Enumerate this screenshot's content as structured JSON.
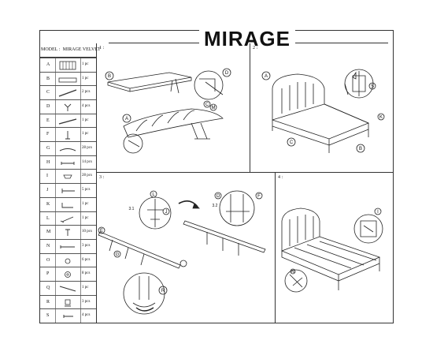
{
  "header": {
    "title": "MIRAGE"
  },
  "model": {
    "label": "MODEL :",
    "value": "MIRAGE VELVET"
  },
  "parts": [
    {
      "letter": "A",
      "qty": "1 pc",
      "icon": "headboard-icon"
    },
    {
      "letter": "B",
      "qty": "1 pc",
      "icon": "footboard-icon"
    },
    {
      "letter": "C",
      "qty": "2 pcs",
      "icon": "side-rail-icon"
    },
    {
      "letter": "D",
      "qty": "4 pcs",
      "icon": "leg-icon"
    },
    {
      "letter": "E",
      "qty": "1 pc",
      "icon": "center-beam-icon"
    },
    {
      "letter": "F",
      "qty": "1 pc",
      "icon": "support-bar-icon"
    },
    {
      "letter": "G",
      "qty": "28 pcs",
      "icon": "slat-icon"
    },
    {
      "letter": "H",
      "qty": "14 pcs",
      "icon": "slat-holder-icon"
    },
    {
      "letter": "I",
      "qty": "28 pcs",
      "icon": "cap-icon"
    },
    {
      "letter": "J",
      "qty": "5 pcs",
      "icon": "bolt-icon"
    },
    {
      "letter": "K",
      "qty": "1 pc",
      "icon": "allen-key-icon"
    },
    {
      "letter": "L",
      "qty": "1 pc",
      "icon": "wrench-icon"
    },
    {
      "letter": "M",
      "qty": "10 pcs",
      "icon": "screw-icon"
    },
    {
      "letter": "N",
      "qty": "3 pcs",
      "icon": "long-screw-icon"
    },
    {
      "letter": "O",
      "qty": "6 pcs",
      "icon": "nut-icon"
    },
    {
      "letter": "P",
      "qty": "8 pcs",
      "icon": "washer-icon"
    },
    {
      "letter": "Q",
      "qty": "1 pc",
      "icon": "rod-icon"
    },
    {
      "letter": "R",
      "qty": "3 pcs",
      "icon": "foot-icon"
    },
    {
      "letter": "S",
      "qty": "4 pcs",
      "icon": "small-screw-icon"
    }
  ],
  "steps": [
    {
      "number": "1 :"
    },
    {
      "number": "2 :"
    },
    {
      "number": "3 :"
    },
    {
      "number": "4 :"
    }
  ],
  "callouts": {
    "step1": [
      "B",
      "A",
      "D",
      "C",
      "M"
    ],
    "step2": [
      "A",
      "B",
      "C",
      "S",
      "K"
    ],
    "step3": [
      "L",
      "J",
      "O",
      "F",
      "E",
      "G",
      "R"
    ],
    "step4": [
      "I",
      "N"
    ],
    "substeps": [
      "3.1",
      "3.2"
    ]
  }
}
